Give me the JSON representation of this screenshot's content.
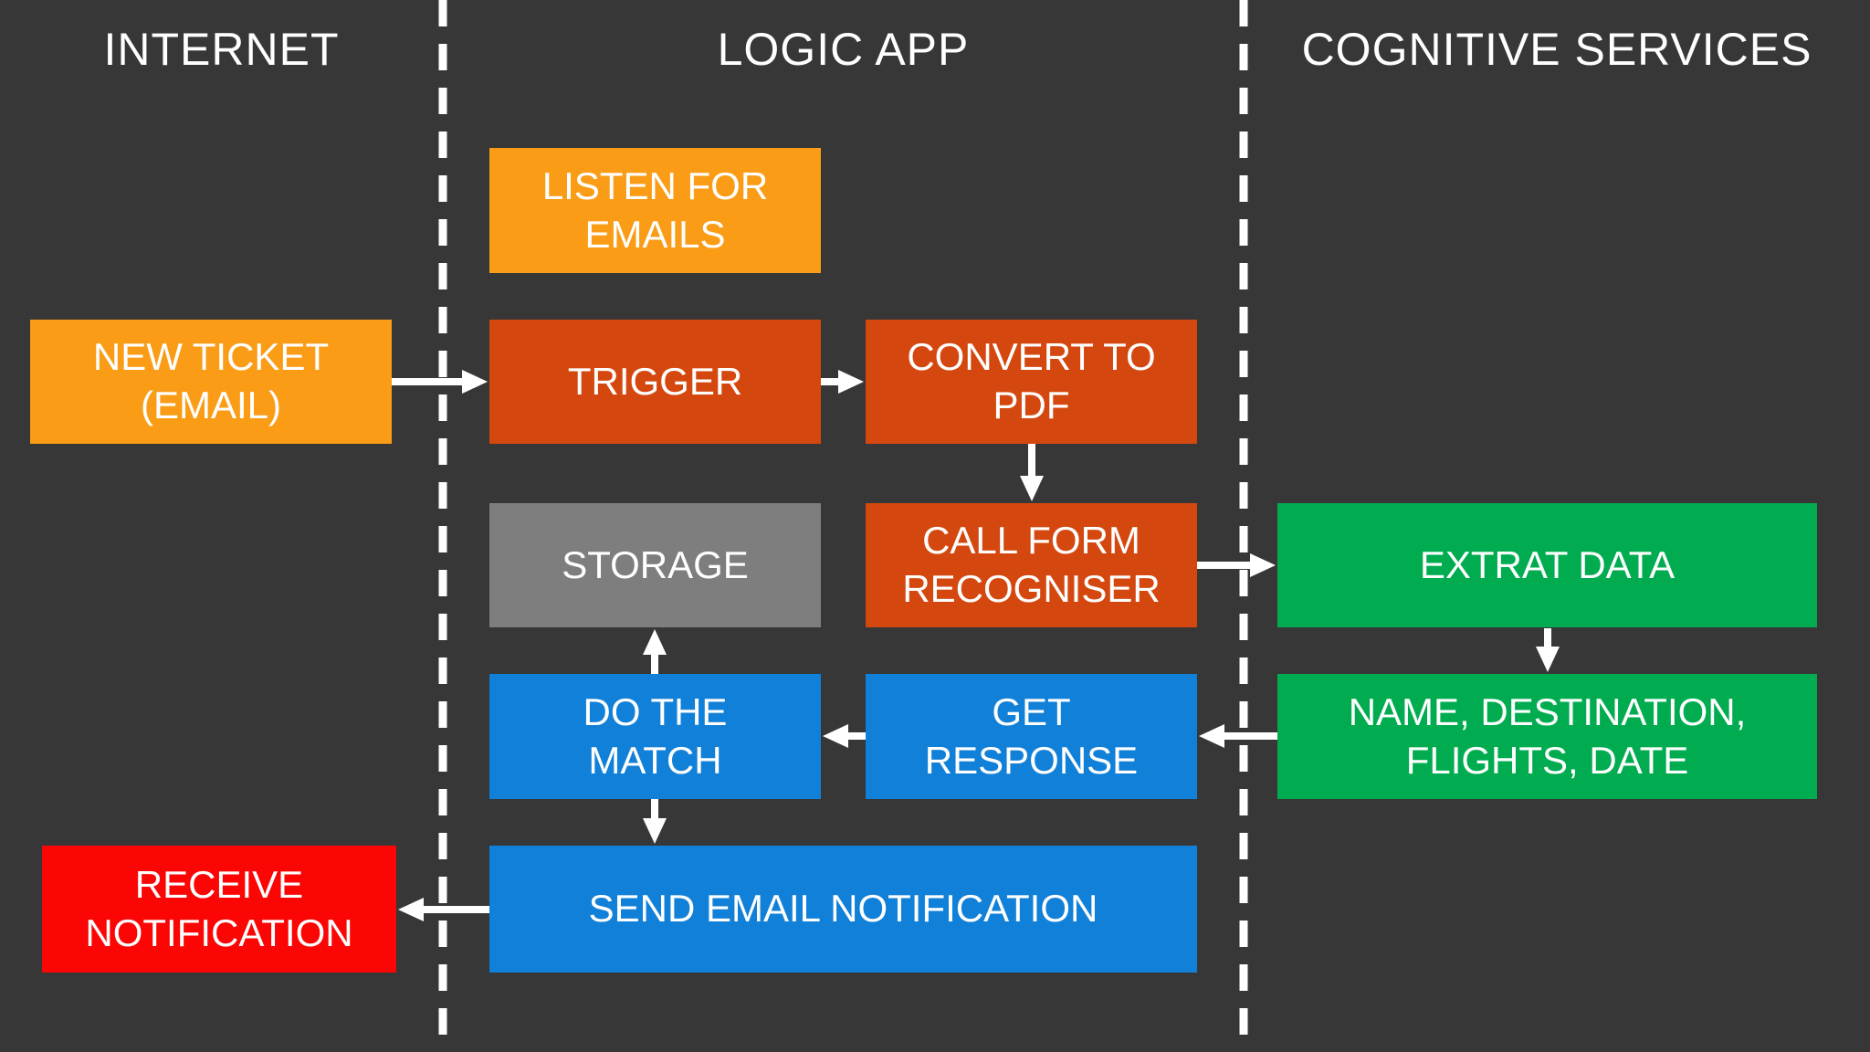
{
  "diagram_title": "",
  "columns": [
    {
      "id": "internet",
      "label": "INTERNET"
    },
    {
      "id": "logic-app",
      "label": "LOGIC APP"
    },
    {
      "id": "cognitive-services",
      "label": "COGNITIVE SERVICES"
    }
  ],
  "nodes": [
    {
      "id": "listen-for-emails",
      "label": "LISTEN FOR\nEMAILS",
      "color": "orange",
      "column": "logic-app"
    },
    {
      "id": "new-ticket-email",
      "label": "NEW TICKET\n(EMAIL)",
      "color": "orange",
      "column": "internet"
    },
    {
      "id": "trigger",
      "label": "TRIGGER",
      "color": "orange_red",
      "column": "logic-app"
    },
    {
      "id": "convert-to-pdf",
      "label": "CONVERT TO\nPDF",
      "color": "orange_red",
      "column": "logic-app"
    },
    {
      "id": "storage",
      "label": "STORAGE",
      "color": "gray",
      "column": "logic-app"
    },
    {
      "id": "call-form-recogniser",
      "label": "CALL FORM\nRECOGNISER",
      "color": "orange_red",
      "column": "logic-app"
    },
    {
      "id": "extrat-data",
      "label": "EXTRAT DATA",
      "color": "green",
      "column": "cognitive-services"
    },
    {
      "id": "do-the-match",
      "label": "DO THE\nMATCH",
      "color": "blue",
      "column": "logic-app"
    },
    {
      "id": "get-response",
      "label": "GET\nRESPONSE",
      "color": "blue",
      "column": "logic-app"
    },
    {
      "id": "name-destination-flights-date",
      "label": "NAME, DESTINATION,\nFLIGHTS, DATE",
      "color": "green",
      "column": "cognitive-services"
    },
    {
      "id": "receive-notification",
      "label": "RECEIVE\nNOTIFICATION",
      "color": "red",
      "column": "internet"
    },
    {
      "id": "send-email-notification",
      "label": "SEND EMAIL NOTIFICATION",
      "color": "blue",
      "column": "logic-app"
    }
  ],
  "edges": [
    {
      "from": "new-ticket-email",
      "to": "trigger"
    },
    {
      "from": "trigger",
      "to": "convert-to-pdf"
    },
    {
      "from": "convert-to-pdf",
      "to": "call-form-recogniser"
    },
    {
      "from": "call-form-recogniser",
      "to": "extrat-data"
    },
    {
      "from": "extrat-data",
      "to": "name-destination-flights-date"
    },
    {
      "from": "name-destination-flights-date",
      "to": "get-response"
    },
    {
      "from": "get-response",
      "to": "do-the-match"
    },
    {
      "from": "do-the-match",
      "to": "storage"
    },
    {
      "from": "do-the-match",
      "to": "send-email-notification"
    },
    {
      "from": "send-email-notification",
      "to": "receive-notification"
    }
  ],
  "colors": {
    "background": "#373737",
    "text": "#FFFFFF",
    "line": "#FFFFFF",
    "orange": "#FA9C16",
    "orange_red": "#D4480F",
    "red": "#FB0505",
    "blue": "#1180D8",
    "green": "#00AC4F",
    "gray": "#7E7E7E"
  }
}
